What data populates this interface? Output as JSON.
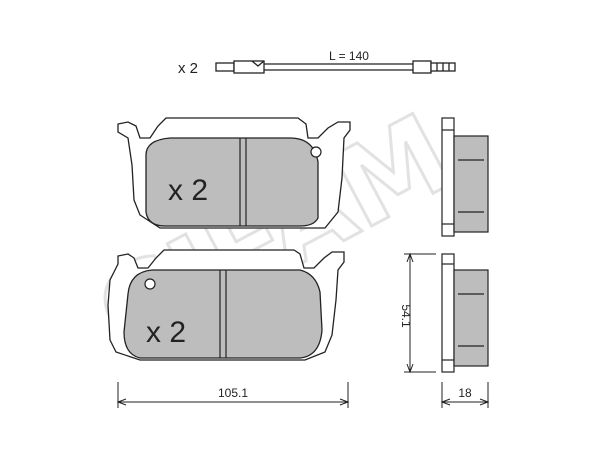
{
  "sensor": {
    "qty_label": "x 2",
    "length_label": "L = 140"
  },
  "pad_upper": {
    "qty_label": "x 2"
  },
  "pad_lower": {
    "qty_label": "x 2"
  },
  "dimensions": {
    "width": "105.1",
    "height": "54.1",
    "thickness": "18"
  },
  "watermark": {
    "text": "CIFAM"
  },
  "colors": {
    "pad_fill": "#bdbdbd",
    "line": "#222222",
    "watermark": "#e2e2e2"
  }
}
